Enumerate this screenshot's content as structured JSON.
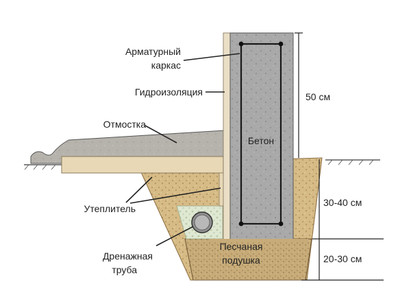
{
  "labels": {
    "rebar_line1": "Арматурный",
    "rebar_line2": "каркас",
    "waterproofing": "Гидроизоляция",
    "blind_area": "Отмостка",
    "concrete": "Бетон",
    "insulation": "Утеплитель",
    "drain_line1": "Дренажная",
    "drain_line2": "труба",
    "sand_line1": "Песчаная",
    "sand_line2": "подушка"
  },
  "dimensions": {
    "height_above_ground": "50 см",
    "depth_gravel": "30-40 см",
    "depth_sand": "20-30 см"
  },
  "colors": {
    "concrete": "#a9a9a9",
    "blind_area": "#b6b3ac",
    "insulation": "#e8d8b6",
    "waterproofing": "#eadfc6",
    "backfill": "#d6bb86",
    "sand_cushion": "#c7ab78",
    "drain_gravel": "#dfe8d2",
    "drain_pipe": "#8f8f8f",
    "line": "#222222"
  }
}
